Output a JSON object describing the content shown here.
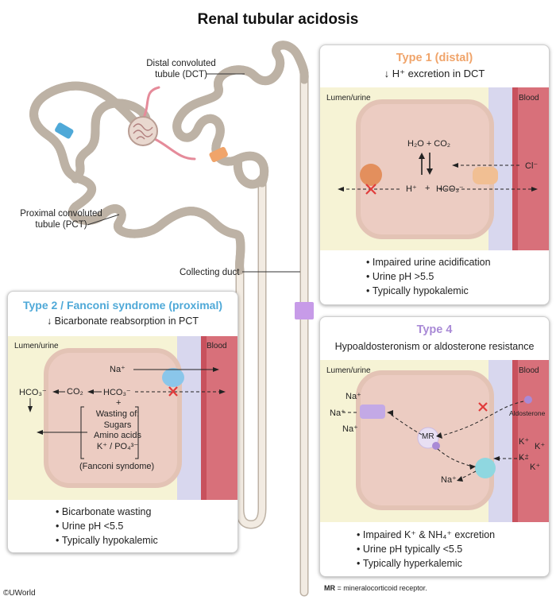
{
  "title": "Renal tubular acidosis",
  "labels": {
    "dct_line1": "Distal convoluted",
    "dct_line2": "tubule (DCT)",
    "pct_line1": "Proximal convoluted",
    "pct_line2": "tubule (PCT)",
    "collecting_duct": "Collecting duct"
  },
  "type1": {
    "title": "Type 1 (distal)",
    "subtitle": "↓ H⁺ excretion in DCT",
    "lumen": "Lumen/urine",
    "blood": "Blood",
    "reaction": "H₂O + CO₂",
    "h": "H⁺",
    "plus": "+",
    "hco3": "HCO₃⁻",
    "cl": "Cl⁻",
    "bullets": [
      "Impaired urine acidification",
      "Urine pH >5.5",
      "Typically hypokalemic"
    ]
  },
  "type2": {
    "title": "Type 2 / Fanconi syndrome (proximal)",
    "subtitle": "↓ Bicarbonate reabsorption in PCT",
    "lumen": "Lumen/urine",
    "blood": "Blood",
    "na": "Na⁺",
    "hco3_left": "HCO₃⁻",
    "co2": "CO₂",
    "hco3_mid": "HCO₃⁻",
    "plus": "+",
    "wasting_title": "Wasting of:",
    "wasting_items": [
      "Sugars",
      "Amino acids",
      "K⁺ / PO₄³⁻"
    ],
    "fanconi": "(Fanconi syndome)",
    "bullets": [
      "Bicarbonate wasting",
      "Urine pH <5.5",
      "Typically hypokalemic"
    ]
  },
  "type4": {
    "title": "Type 4",
    "subtitle": "Hypoaldosteronism or aldosterone resistance",
    "lumen": "Lumen/urine",
    "blood": "Blood",
    "na1": "Na⁺",
    "na2": "Na⁺",
    "na3": "Na⁺",
    "na4": "Na⁺",
    "mr": "MR",
    "aldosterone": "Aldosterone",
    "k1": "K⁺",
    "k2": "K⁺",
    "k3": "K⁺",
    "k4": "K⁺",
    "bullets": [
      "Impaired K⁺ & NH₄⁺ excretion",
      "Urine pH typically <5.5",
      "Typically hyperkalemic"
    ]
  },
  "footnote": {
    "abbr": "MR",
    "text": " = mineralocorticoid receptor."
  },
  "copyright": "©UWorld",
  "colors": {
    "type1": "#f0a46a",
    "type2": "#4fa9d8",
    "type4": "#a98ad6",
    "lumen": "#f6f3d5",
    "cell": "#ecccc2",
    "interstitium": "#d8d7ee",
    "blood": "#c8515d"
  }
}
